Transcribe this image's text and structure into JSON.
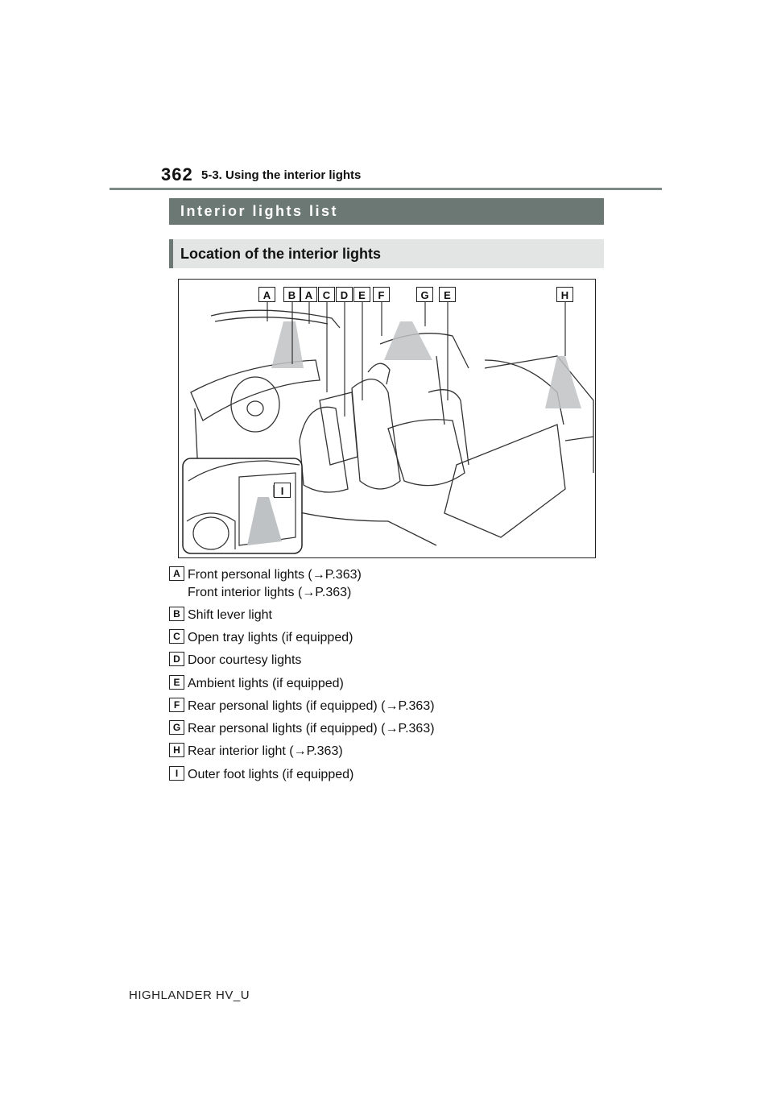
{
  "header": {
    "page_number": "362",
    "section": "5-3. Using the interior lights"
  },
  "title": "Interior lights list",
  "subtitle": "Location of the interior lights",
  "figure": {
    "callouts": [
      "A",
      "B",
      "A",
      "C",
      "D",
      "E",
      "F",
      "G",
      "E",
      "H"
    ],
    "inset_callout": "I"
  },
  "legend": [
    {
      "letter": "A",
      "lines": [
        "Front personal lights (→P.363)",
        "Front interior lights (→P.363)"
      ]
    },
    {
      "letter": "B",
      "lines": [
        "Shift lever light"
      ]
    },
    {
      "letter": "C",
      "lines": [
        "Open tray lights (if equipped)"
      ]
    },
    {
      "letter": "D",
      "lines": [
        "Door courtesy lights"
      ]
    },
    {
      "letter": "E",
      "lines": [
        "Ambient lights (if equipped)"
      ]
    },
    {
      "letter": "F",
      "lines": [
        "Rear personal lights (if equipped) (→P.363)"
      ]
    },
    {
      "letter": "G",
      "lines": [
        "Rear personal lights (if equipped) (→P.363)"
      ]
    },
    {
      "letter": "H",
      "lines": [
        "Rear interior light (→P.363)"
      ]
    },
    {
      "letter": "I",
      "lines": [
        "Outer foot lights (if equipped)"
      ]
    }
  ],
  "footer": "HIGHLANDER HV_U"
}
